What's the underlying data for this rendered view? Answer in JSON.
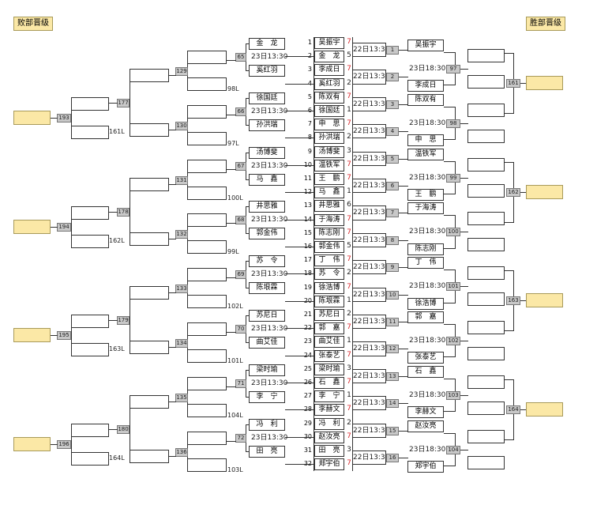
{
  "labels": {
    "losers": "败部晋级",
    "winners": "胜部晋级"
  },
  "time_primary": "22日13:30",
  "time_secondary": "23日13:30",
  "time_win_r2": "23日18:30",
  "colors": {
    "win_score": "#d8262b",
    "gold": "#fbe8a6"
  },
  "players": [
    {
      "seed": 1,
      "name": "吴振宇",
      "score": "7"
    },
    {
      "seed": 2,
      "name": "金　龙",
      "score": "5"
    },
    {
      "seed": 3,
      "name": "李成日",
      "score": "7"
    },
    {
      "seed": 4,
      "name": "奚红羽",
      "score": "2"
    },
    {
      "seed": 5,
      "name": "陈双有",
      "score": "7"
    },
    {
      "seed": 6,
      "name": "徐国廷",
      "score": "1"
    },
    {
      "seed": 7,
      "name": "申　思",
      "score": "7"
    },
    {
      "seed": 8,
      "name": "孙洪瑞",
      "score": "2"
    },
    {
      "seed": 9,
      "name": "汤博斐",
      "score": "3"
    },
    {
      "seed": 10,
      "name": "温铁军",
      "score": "7"
    },
    {
      "seed": 11,
      "name": "王　鹏",
      "score": "7"
    },
    {
      "seed": 12,
      "name": "马　鑫",
      "score": "1"
    },
    {
      "seed": 13,
      "name": "井思雅",
      "score": "6"
    },
    {
      "seed": 14,
      "name": "于海涛",
      "score": "7"
    },
    {
      "seed": 15,
      "name": "陈志刚",
      "score": "7"
    },
    {
      "seed": 16,
      "name": "郭金伟",
      "score": "5"
    },
    {
      "seed": 17,
      "name": "丁　伟",
      "score": "7"
    },
    {
      "seed": 18,
      "name": "苏　令",
      "score": "2"
    },
    {
      "seed": 19,
      "name": "徐浩博",
      "score": "7"
    },
    {
      "seed": 20,
      "name": "陈垠霖",
      "score": "1"
    },
    {
      "seed": 21,
      "name": "苏尼日",
      "score": "2"
    },
    {
      "seed": 22,
      "name": "郭　嘉",
      "score": "7"
    },
    {
      "seed": 23,
      "name": "曲艾佳",
      "score": "1"
    },
    {
      "seed": 24,
      "name": "张泰艺",
      "score": "7"
    },
    {
      "seed": 25,
      "name": "梁时瑜",
      "score": "3"
    },
    {
      "seed": 26,
      "name": "石　鑫",
      "score": "7"
    },
    {
      "seed": 27,
      "name": "李　宁",
      "score": "1"
    },
    {
      "seed": 28,
      "name": "李赫文",
      "score": "7"
    },
    {
      "seed": 29,
      "name": "冯　利",
      "score": "2"
    },
    {
      "seed": 30,
      "name": "赵汝亮",
      "score": "7"
    },
    {
      "seed": 31,
      "name": "田　亮",
      "score": "3"
    },
    {
      "seed": 32,
      "name": "郑宇伯",
      "score": "7"
    }
  ],
  "win_r1_nums": [
    "1",
    "2",
    "3",
    "4",
    "5",
    "6",
    "7",
    "8",
    "9",
    "10",
    "11",
    "12",
    "13",
    "14",
    "15",
    "16"
  ],
  "win_r1_names": [
    "吴振宇",
    "李成日",
    "陈双有",
    "申　思",
    "温铁军",
    "王　鹏",
    "于海涛",
    "陈志刚",
    "丁　伟",
    "徐浩博",
    "郭　嘉",
    "张泰艺",
    "石　鑫",
    "李赫文",
    "赵汝亮",
    "郑宇伯"
  ],
  "win_r2_nums": [
    "97",
    "98",
    "99",
    "100",
    "101",
    "102",
    "103",
    "104"
  ],
  "win_r3_nums": [
    "161",
    "162",
    "163",
    "164"
  ],
  "lose_r1_nums": [
    "65",
    "66",
    "67",
    "68",
    "69",
    "70",
    "71",
    "72"
  ],
  "lose_r1_names": [
    "金　龙",
    "奚红羽",
    "徐国廷",
    "孙洪瑞",
    "汤博斐",
    "马　鑫",
    "井思雅",
    "郭金伟",
    "苏　令",
    "陈垠霖",
    "苏尼日",
    "曲艾佳",
    "梁时瑜",
    "李　宁",
    "冯　利",
    "田　亮"
  ],
  "lose_r2_nums": [
    "129",
    "130",
    "131",
    "132",
    "133",
    "134",
    "135",
    "136"
  ],
  "lose_r2_drop": [
    "98L",
    "97L",
    "100L",
    "99L",
    "102L",
    "101L",
    "104L",
    "103L"
  ],
  "lose_r3_nums": [
    "177",
    "178",
    "179",
    "180"
  ],
  "lose_r4_nums": [
    "193",
    "194",
    "195",
    "196"
  ],
  "lose_r4_drop": [
    "161L",
    "162L",
    "163L",
    "164L"
  ]
}
